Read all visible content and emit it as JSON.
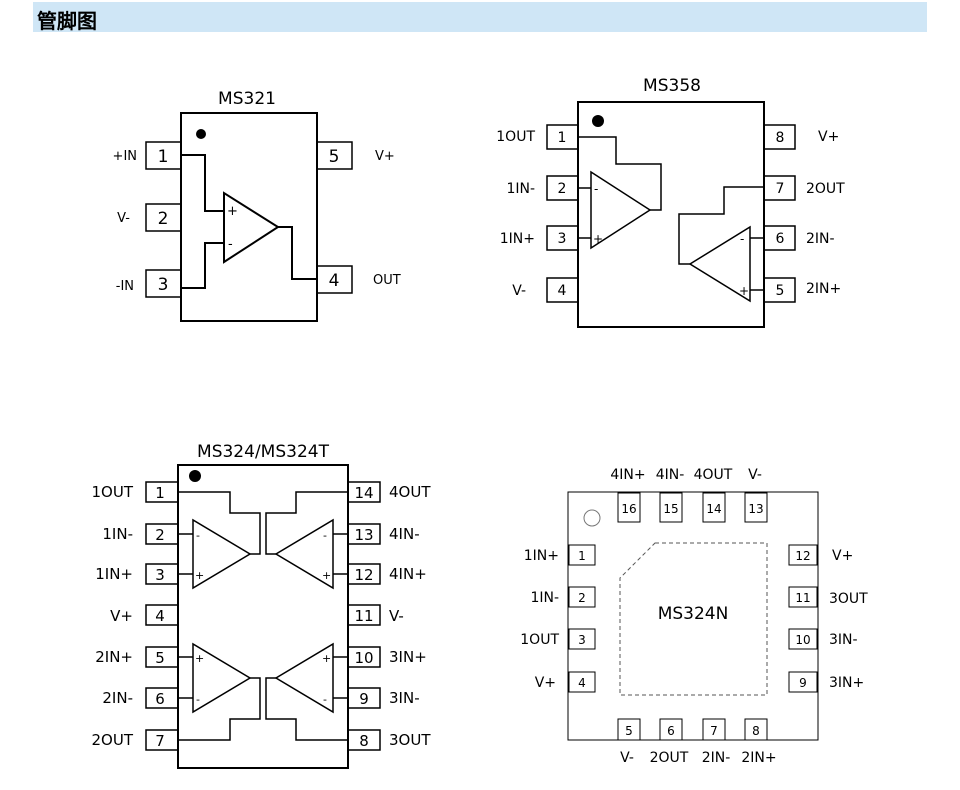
{
  "header": {
    "title": "管脚图"
  },
  "ms321": {
    "title": "MS321",
    "pins": [
      {
        "num": "1",
        "name": "+IN"
      },
      {
        "num": "2",
        "name": "V-"
      },
      {
        "num": "3",
        "name": "-IN"
      },
      {
        "num": "4",
        "name": "OUT"
      },
      {
        "num": "5",
        "name": "V+"
      }
    ]
  },
  "ms358": {
    "title": "MS358",
    "pins": [
      {
        "num": "1",
        "name": "1OUT"
      },
      {
        "num": "2",
        "name": "1IN-"
      },
      {
        "num": "3",
        "name": "1IN+"
      },
      {
        "num": "4",
        "name": "V-"
      },
      {
        "num": "5",
        "name": "2IN+"
      },
      {
        "num": "6",
        "name": "2IN-"
      },
      {
        "num": "7",
        "name": "2OUT"
      },
      {
        "num": "8",
        "name": "V+"
      }
    ]
  },
  "ms324": {
    "title": "MS324/MS324T",
    "pins": [
      {
        "num": "1",
        "name": "1OUT"
      },
      {
        "num": "2",
        "name": "1IN-"
      },
      {
        "num": "3",
        "name": "1IN+"
      },
      {
        "num": "4",
        "name": "V+"
      },
      {
        "num": "5",
        "name": "2IN+"
      },
      {
        "num": "6",
        "name": "2IN-"
      },
      {
        "num": "7",
        "name": "2OUT"
      },
      {
        "num": "8",
        "name": "3OUT"
      },
      {
        "num": "9",
        "name": "3IN-"
      },
      {
        "num": "10",
        "name": "3IN+"
      },
      {
        "num": "11",
        "name": "V-"
      },
      {
        "num": "12",
        "name": "4IN+"
      },
      {
        "num": "13",
        "name": "4IN-"
      },
      {
        "num": "14",
        "name": "4OUT"
      }
    ]
  },
  "ms324n": {
    "title": "MS324N",
    "pins": [
      {
        "num": "1",
        "name": "1IN+"
      },
      {
        "num": "2",
        "name": "1IN-"
      },
      {
        "num": "3",
        "name": "1OUT"
      },
      {
        "num": "4",
        "name": "V+"
      },
      {
        "num": "5",
        "name": "V-"
      },
      {
        "num": "6",
        "name": "2OUT"
      },
      {
        "num": "7",
        "name": "2IN-"
      },
      {
        "num": "8",
        "name": "2IN+"
      },
      {
        "num": "9",
        "name": "3IN+"
      },
      {
        "num": "10",
        "name": "3IN-"
      },
      {
        "num": "11",
        "name": "3OUT"
      },
      {
        "num": "12",
        "name": "V+"
      },
      {
        "num": "13",
        "name": "V-"
      },
      {
        "num": "14",
        "name": "4OUT"
      },
      {
        "num": "15",
        "name": "4IN-"
      },
      {
        "num": "16",
        "name": "4IN+"
      }
    ]
  },
  "opamp_symbols": {
    "plus": "+",
    "minus": "-"
  }
}
